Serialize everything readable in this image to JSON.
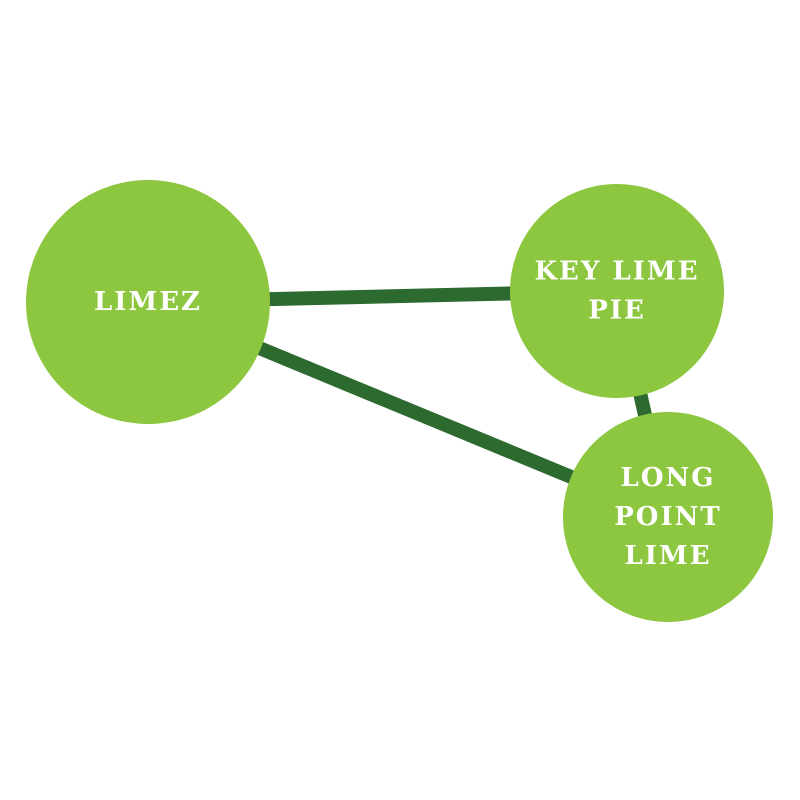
{
  "colors": {
    "background": "#ffffff",
    "node_fill": "#8dc63f",
    "edge": "#2d6a30",
    "label": "#ffffff"
  },
  "nodes": [
    {
      "id": "limez",
      "lines": [
        "LIMEZ"
      ]
    },
    {
      "id": "key-lime-pie",
      "lines": [
        "KEY LIME",
        "PIE"
      ]
    },
    {
      "id": "long-point-lime",
      "lines": [
        "LONG",
        "POINT",
        "LIME"
      ]
    }
  ],
  "edges": [
    {
      "from": "limez",
      "to": "key-lime-pie"
    },
    {
      "from": "limez",
      "to": "long-point-lime"
    },
    {
      "from": "key-lime-pie",
      "to": "long-point-lime"
    }
  ]
}
